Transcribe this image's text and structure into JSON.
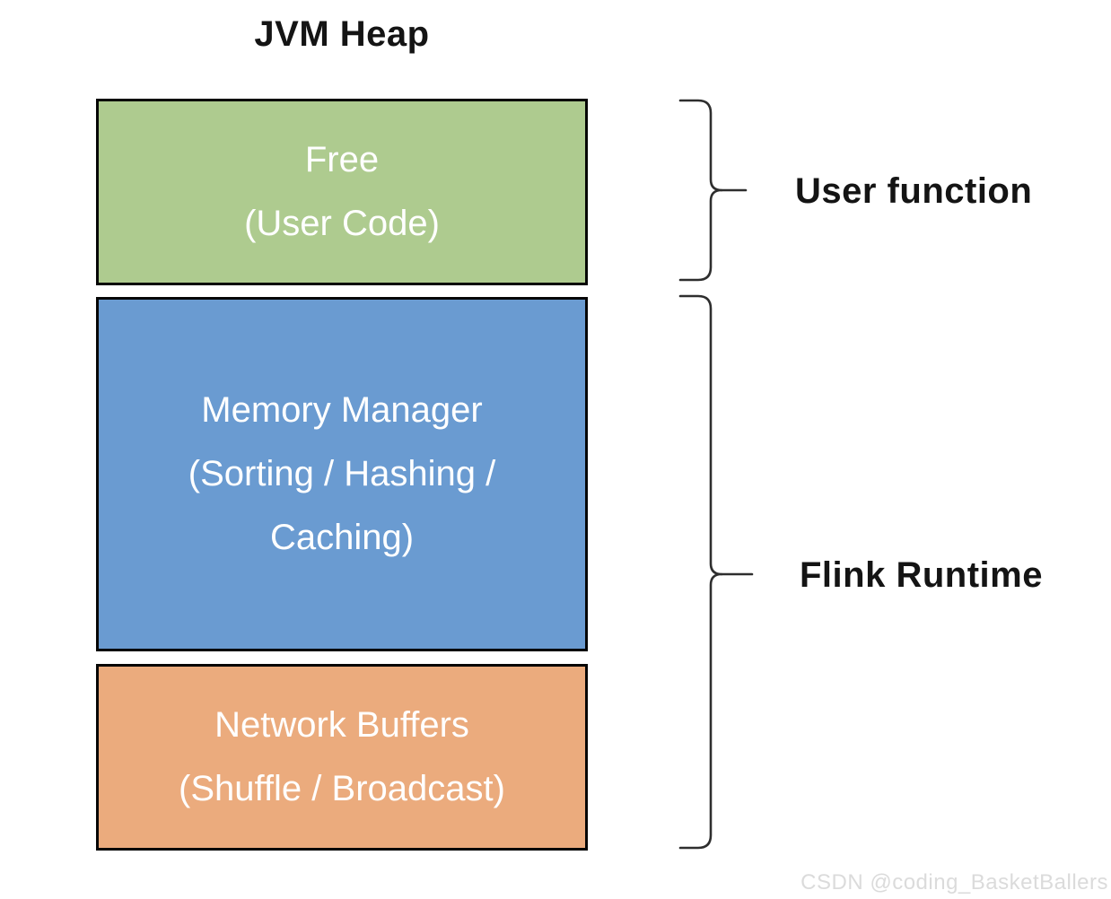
{
  "title": "JVM Heap",
  "diagram": {
    "boxes": [
      {
        "lines": [
          "Free",
          "(User Code)"
        ],
        "fill": "#aecb8f"
      },
      {
        "lines": [
          "Memory Manager",
          "(Sorting / Hashing /",
          "Caching)"
        ],
        "fill": "#6a9bd1"
      },
      {
        "lines": [
          "Network Buffers",
          "(Shuffle / Broadcast)"
        ],
        "fill": "#ebab7d"
      }
    ],
    "braces": [
      {
        "label": "User function"
      },
      {
        "label": "Flink Runtime"
      }
    ]
  },
  "watermark": "CSDN @coding_BasketBallers",
  "colors": {
    "box_border": "#060606",
    "box_text": "#ffffff",
    "label_text": "#141414",
    "brace_stroke": "#2e2e2e",
    "watermark_text": "#dbdbdb",
    "background": "#ffffff"
  }
}
